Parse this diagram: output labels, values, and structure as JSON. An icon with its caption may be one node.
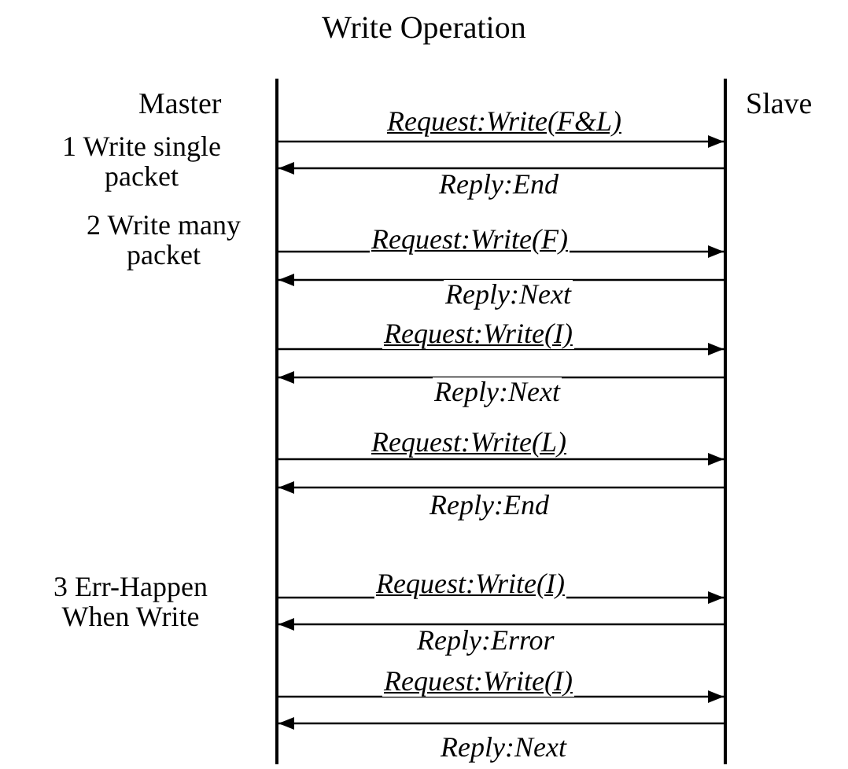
{
  "diagram": {
    "title": "Write Operation",
    "nodes": [
      {
        "text": [
          "Master"
        ]
      },
      {
        "text": [
          "Slave"
        ]
      }
    ],
    "edges": [
      {
        "from": 0,
        "to": 1,
        "arrow": "to",
        "label": "Request:Write(F&L)"
      },
      {
        "from": 1,
        "to": 0,
        "arrow": "to",
        "label": "Reply:End"
      },
      {
        "from": 0,
        "to": 1,
        "arrow": "to",
        "label": "Request:Write(F)"
      },
      {
        "from": 1,
        "to": 0,
        "arrow": "to",
        "label": "Reply:Next"
      },
      {
        "from": 0,
        "to": 1,
        "arrow": "to",
        "label": "Request:Write(I)"
      },
      {
        "from": 1,
        "to": 0,
        "arrow": "to",
        "label": "Reply:Next"
      },
      {
        "from": 0,
        "to": 1,
        "arrow": "to",
        "label": "Request:Write(L)"
      },
      {
        "from": 1,
        "to": 0,
        "arrow": "to",
        "label": "Reply:End"
      },
      {
        "from": 0,
        "to": 1,
        "arrow": "to",
        "label": "Request:Write(I)"
      },
      {
        "from": 1,
        "to": 0,
        "arrow": "to",
        "label": "Reply:Error"
      },
      {
        "from": 0,
        "to": 1,
        "arrow": "to",
        "label": "Request:Write(I)"
      },
      {
        "from": 1,
        "to": 0,
        "arrow": "to",
        "label": "Reply:Next"
      }
    ],
    "labels": [
      "1 Write single packet",
      "2 Write many packet",
      "3 Err-Happen When Write"
    ]
  }
}
